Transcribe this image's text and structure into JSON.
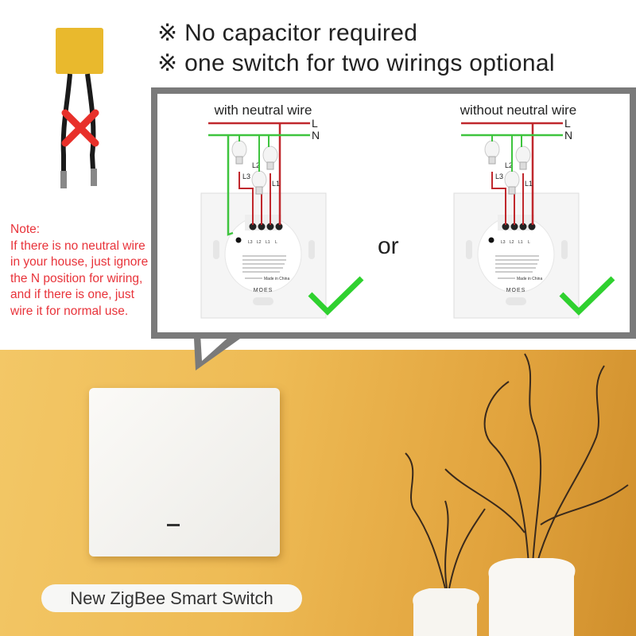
{
  "headlines": [
    "※ No capacitor required",
    "※ one switch for two wirings optional"
  ],
  "note": {
    "title": "Note:",
    "body": "If there is no neutral wire in your house, just ignore the N position for wiring, and if there is one, just wire it for normal use."
  },
  "diagrams": [
    {
      "title": "with neutral wire",
      "line_label": "L",
      "neutral_label": "N",
      "loads": [
        "L1",
        "L2",
        "L3"
      ],
      "status": "check-icon"
    },
    {
      "title": "without neutral wire",
      "line_label": "L",
      "neutral_label": "N",
      "loads": [
        "L1",
        "L2",
        "L3"
      ],
      "status": "check-icon"
    }
  ],
  "module": {
    "name": "ZigBee Smart Switch",
    "brand": "MOES",
    "terminals": [
      "L3",
      "L2",
      "L1",
      "L"
    ],
    "made_in": "Made in China"
  },
  "separator": "or",
  "product_label": "New ZigBee Smart Switch",
  "colors": {
    "line": "#c0282d",
    "neutral": "#3ec43e",
    "check": "#2fd12f",
    "note": "#e8333a",
    "cross": "#e8302a"
  }
}
